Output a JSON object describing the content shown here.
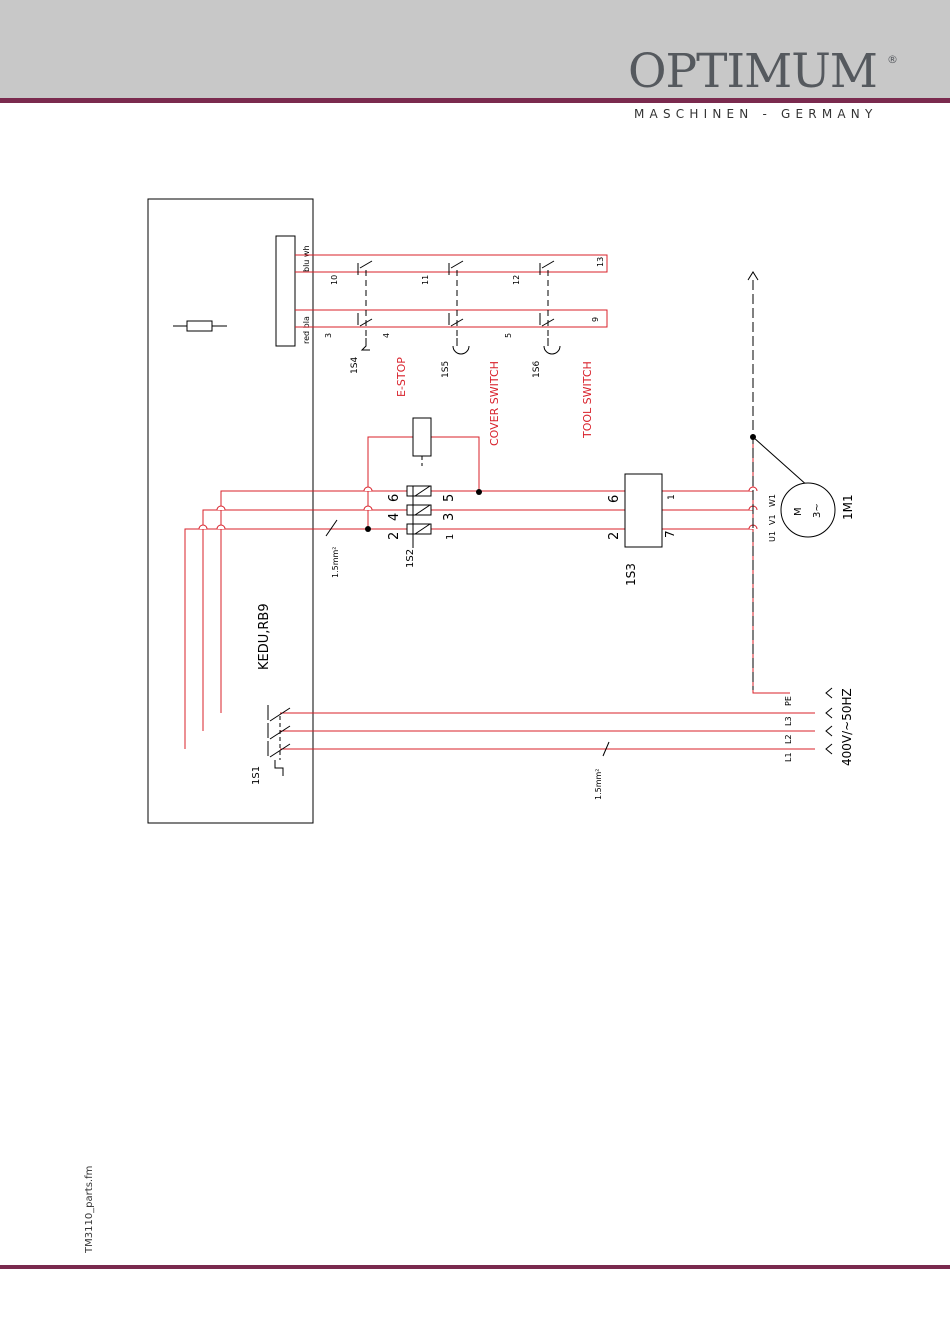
{
  "header": {
    "brand": "OPTIMUM",
    "registered_mark": "®",
    "tagline": "MASCHINEN - GERMANY"
  },
  "footer": {
    "file_name": "TM3110_parts.fm"
  },
  "colors": {
    "header_band": "#c8c8c8",
    "accent_rule": "#7a2a4e",
    "wire_red": "#d8202a",
    "drawing": "#000000"
  },
  "diagram": {
    "control_box_label": "KEDU,RB9",
    "terminal_strip": {
      "wire_left": "red bla",
      "wire_right": "blu wh"
    },
    "switch_labels": {
      "estop": "E-STOP",
      "cover": "COVER SWITCH",
      "tool": "TOOL SWITCH"
    },
    "switch_ids": {
      "s4": "1S4",
      "s5": "1S5",
      "s6": "1S6",
      "s2": "1S2",
      "s3": "1S3",
      "s1": "1S1"
    },
    "terminal_numbers": {
      "t3": "3",
      "t4": "4",
      "t5": "5",
      "t9": "9",
      "t10": "10",
      "t11": "11",
      "t12": "12",
      "t13": "13"
    },
    "s2_contacts": {
      "c6": "6",
      "c4": "4",
      "c2": "2",
      "c5": "5",
      "c3": "3",
      "c1": "1"
    },
    "s3_contacts": {
      "c6": "6",
      "c2": "2",
      "c1": "1",
      "c7": "7"
    },
    "motor": {
      "id": "1M1",
      "symbol_m": "M",
      "symbol_phase": "3~",
      "t_u": "U1",
      "t_v": "V1",
      "t_w": "W1"
    },
    "supply": {
      "label": "400V/~50HZ",
      "l1": "L1",
      "l2": "L2",
      "l3": "L3",
      "pe": "PE"
    },
    "wire_gauge_1": "1.5mm²",
    "wire_gauge_2": "1.5mm²"
  }
}
